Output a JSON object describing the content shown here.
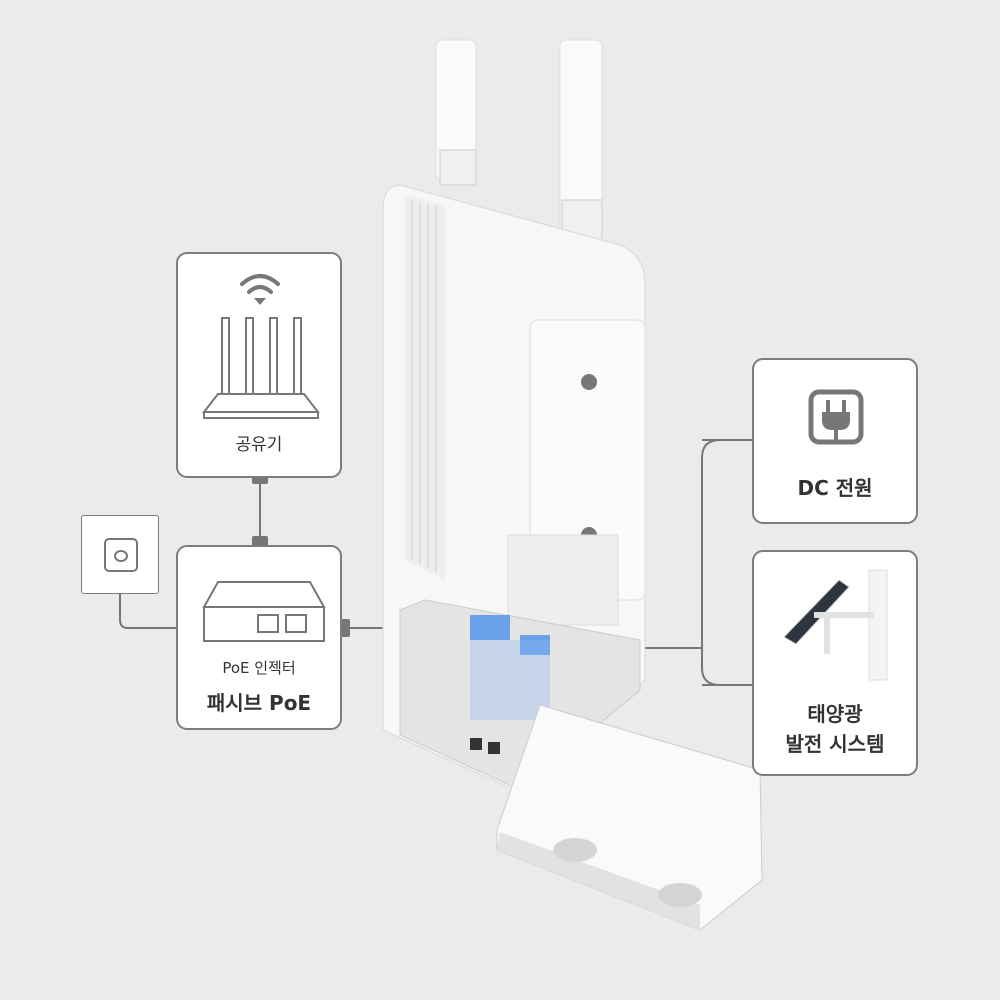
{
  "router": {
    "label": "공유기"
  },
  "poe": {
    "sub_label": "PoE 인젝터",
    "title": "패시브 PoE"
  },
  "dc": {
    "label": "DC 전원"
  },
  "solar": {
    "line1": "태양광",
    "line2": "발전 시스템"
  },
  "colors": {
    "background": "#ebebeb",
    "border": "#7d7d7d",
    "cable": "#777777",
    "port_glow": "#3a7bd5"
  }
}
